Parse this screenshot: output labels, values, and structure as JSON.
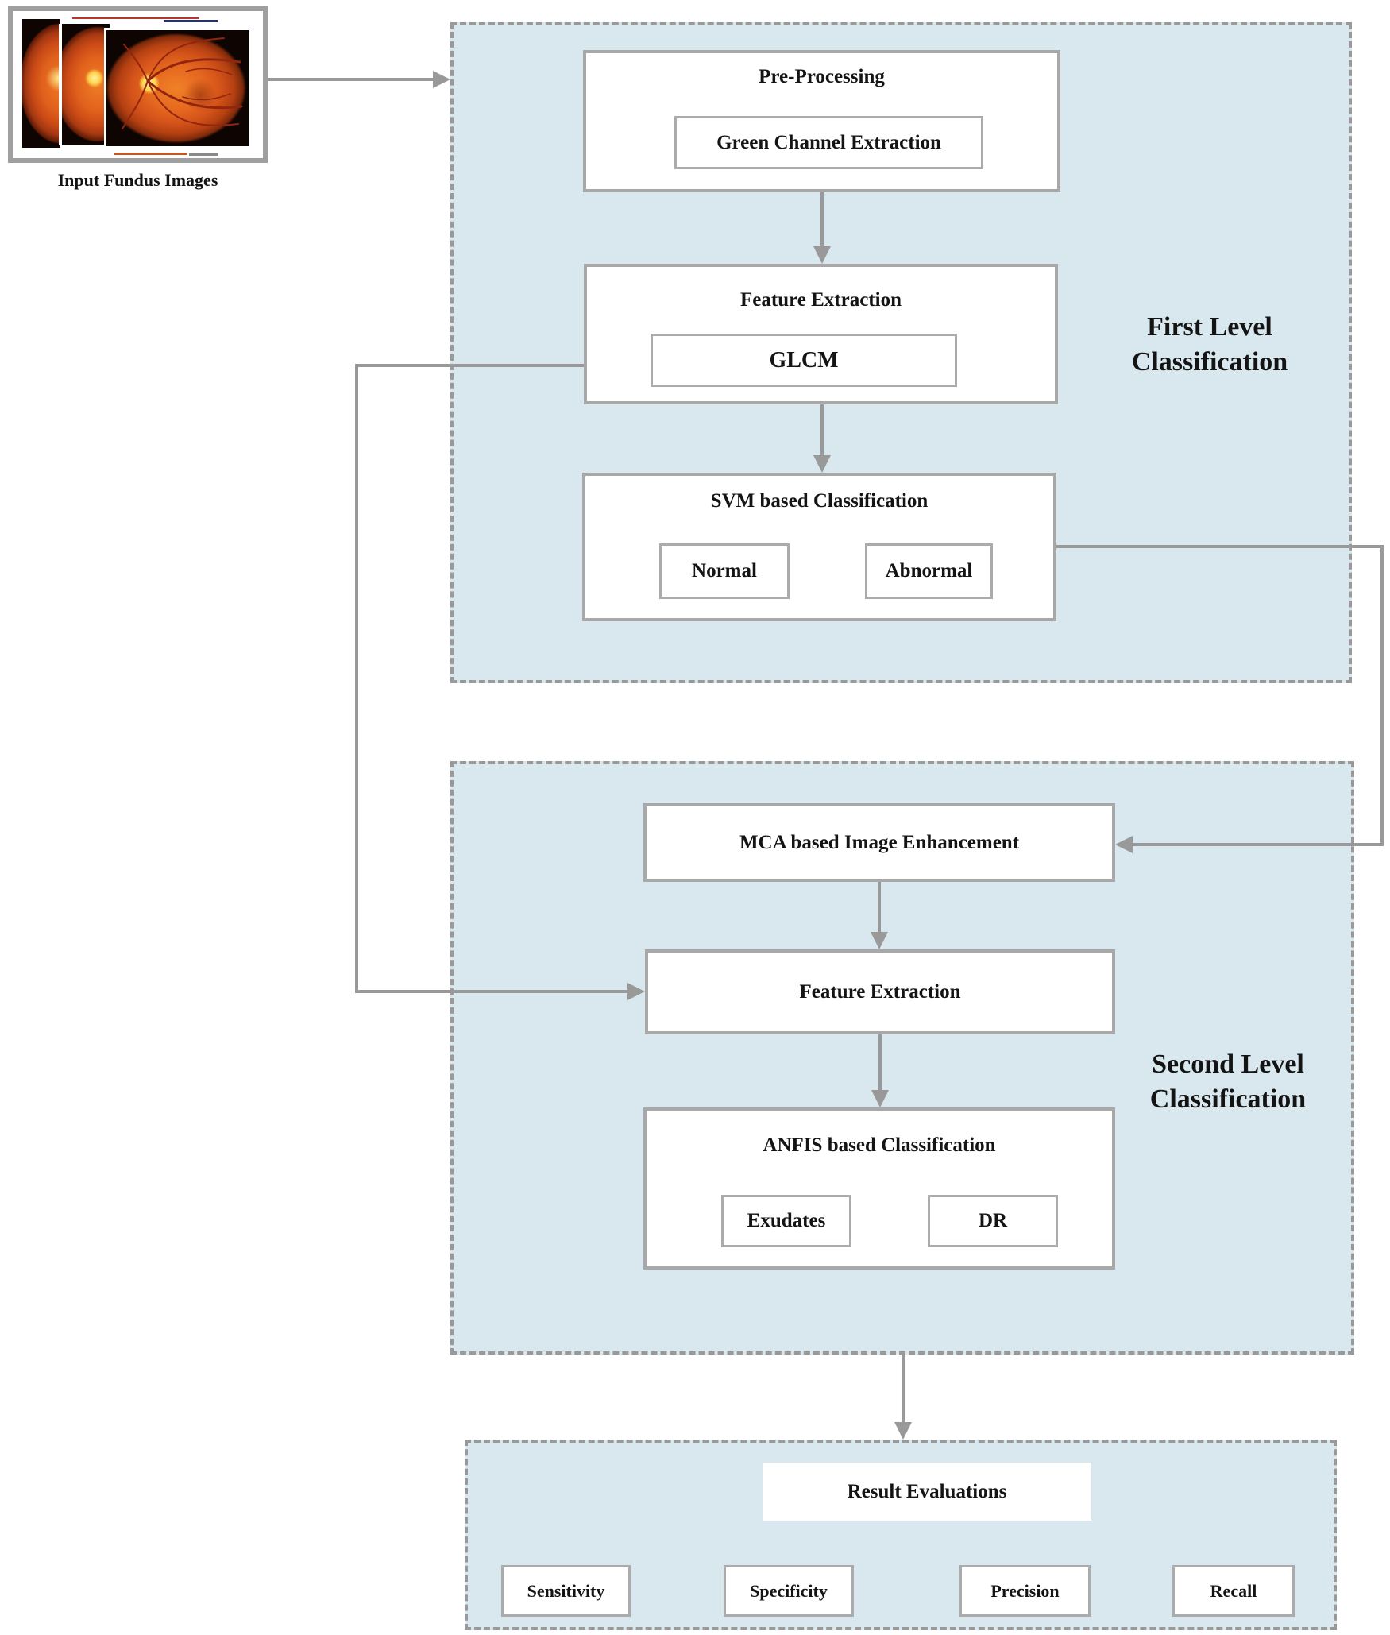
{
  "input": {
    "label": "Input Fundus Images"
  },
  "first_level": {
    "label": "First Level Classification",
    "preprocessing": {
      "title": "Pre-Processing",
      "item": "Green Channel Extraction"
    },
    "feature_extraction": {
      "title": "Feature Extraction",
      "item": "GLCM"
    },
    "svm": {
      "title": "SVM based Classification",
      "outputs": [
        "Normal",
        "Abnormal"
      ]
    }
  },
  "second_level": {
    "label": "Second Level Classification",
    "mca": {
      "title": "MCA based Image Enhancement"
    },
    "feature_extraction": {
      "title": "Feature Extraction"
    },
    "anfis": {
      "title": "ANFIS based Classification",
      "outputs": [
        "Exudates",
        "DR"
      ]
    }
  },
  "results": {
    "title": "Result Evaluations",
    "metrics": [
      "Sensitivity",
      "Specificity",
      "Precision",
      "Recall"
    ]
  },
  "colors": {
    "panel_fill": "#d9e8ee",
    "dashed_border": "#999999",
    "box_border": "#a8a8a8",
    "line_gray": "#999999"
  }
}
